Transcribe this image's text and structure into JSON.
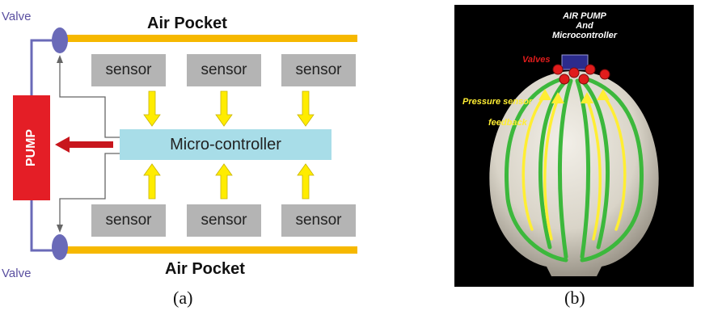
{
  "panel_a": {
    "top_pocket_label": "Air Pocket",
    "bottom_pocket_label": "Air Pocket",
    "valve_top_label": "Valve",
    "valve_bottom_label": "Valve",
    "pump_label": "PUMP",
    "controller_label": "Micro-controller",
    "sensors_top": [
      "sensor",
      "sensor",
      "sensor"
    ],
    "sensors_bottom": [
      "sensor",
      "sensor",
      "sensor"
    ],
    "caption": "(a)",
    "colors": {
      "pocket": "#f6b800",
      "sensor": "#b4b4b4",
      "controller": "#a8dde8",
      "pump": "#e41e26",
      "valve": "#6a6ab8",
      "arrow": "#ffec00"
    }
  },
  "panel_b": {
    "pump_label_line1": "AIR PUMP",
    "pump_label_line2": "And",
    "pump_label_line3": "Microcontroller",
    "valves_label": "Valves",
    "feedback_line1": "Pressure sensor",
    "feedback_line2": "feedback",
    "caption": "(b)",
    "colors": {
      "background": "#000000",
      "tubes": "#3cb83c",
      "feedback": "#ffee33",
      "valves": "#e01c1c",
      "pump_box": "#2b2b8c"
    }
  }
}
